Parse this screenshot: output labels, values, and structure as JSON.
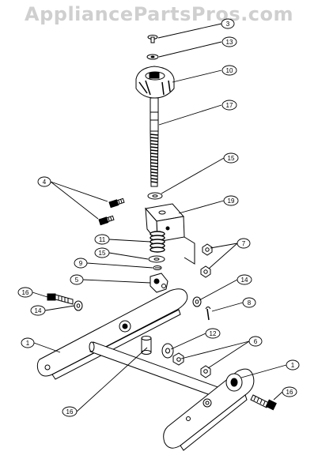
{
  "watermark": "AppliancePartsPros.com",
  "callouts": [
    {
      "id": "c3",
      "label": "3"
    },
    {
      "id": "c13",
      "label": "13"
    },
    {
      "id": "c10",
      "label": "10"
    },
    {
      "id": "c17",
      "label": "17"
    },
    {
      "id": "c15a",
      "label": "15"
    },
    {
      "id": "c19",
      "label": "19"
    },
    {
      "id": "c4",
      "label": "4"
    },
    {
      "id": "c7",
      "label": "7"
    },
    {
      "id": "c11",
      "label": "11"
    },
    {
      "id": "c15b",
      "label": "15"
    },
    {
      "id": "c9",
      "label": "9"
    },
    {
      "id": "c5",
      "label": "5"
    },
    {
      "id": "c14a",
      "label": "14"
    },
    {
      "id": "c8",
      "label": "8"
    },
    {
      "id": "c16a",
      "label": "16"
    },
    {
      "id": "c14b",
      "label": "14"
    },
    {
      "id": "c1a",
      "label": "1"
    },
    {
      "id": "c12",
      "label": "12"
    },
    {
      "id": "c6",
      "label": "6"
    },
    {
      "id": "c1b",
      "label": "1"
    },
    {
      "id": "c16b",
      "label": "16"
    },
    {
      "id": "c16c",
      "label": "16"
    }
  ]
}
